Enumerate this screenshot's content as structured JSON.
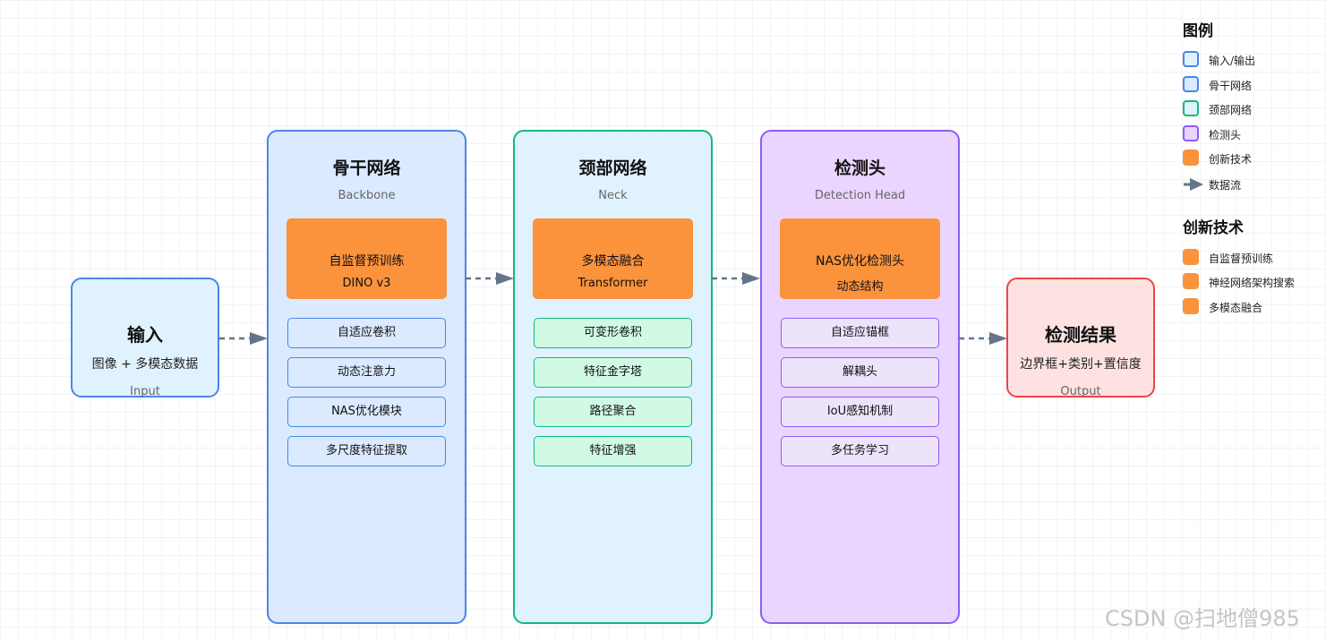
{
  "input": {
    "title": "输入",
    "subtitle": "图像 + 多模态数据",
    "en": "Input"
  },
  "output": {
    "title": "检测结果",
    "subtitle": "边界框+类别+置信度",
    "en": "Output"
  },
  "stages": [
    {
      "title": "骨干网络",
      "en": "Backbone",
      "innovation": {
        "main": "自监督预训练",
        "sub": "DINO v3"
      },
      "components": [
        "自适应卷积",
        "动态注意力",
        "NAS优化模块",
        "多尺度特征提取"
      ]
    },
    {
      "title": "颈部网络",
      "en": "Neck",
      "innovation": {
        "main": "多模态融合",
        "sub": "Transformer"
      },
      "components": [
        "可变形卷积",
        "特征金字塔",
        "路径聚合",
        "特征增强"
      ]
    },
    {
      "title": "检测头",
      "en": "Detection Head",
      "innovation": {
        "main": "NAS优化检测头",
        "sub": "动态结构"
      },
      "components": [
        "自适应锚框",
        "解耦头",
        "IoU感知机制",
        "多任务学习"
      ]
    }
  ],
  "legend": {
    "title": "图例",
    "items": [
      {
        "label": "输入/输出",
        "icon": "square-outline"
      },
      {
        "label": "骨干网络",
        "icon": "square-outline"
      },
      {
        "label": "颈部网络",
        "icon": "square-outline"
      },
      {
        "label": "检测头",
        "icon": "square-outline"
      },
      {
        "label": "创新技术",
        "icon": "square-filled"
      },
      {
        "label": "数据流",
        "icon": "arrow"
      }
    ]
  },
  "innovation_legend": {
    "title": "创新技术",
    "items": [
      "自监督预训练",
      "神经网络架构搜索",
      "多模态融合"
    ]
  },
  "colors": {
    "io_border": "#4a86e8",
    "io_fill": "#e0f2fe",
    "backbone_border": "#4a86e8",
    "backbone_fill": "#dbeafe",
    "neck_border": "#10b981",
    "neck_fill": "#e0f2fe",
    "head_border": "#8b5cf6",
    "head_fill": "#e9d5ff",
    "output_border": "#ef4444",
    "output_fill": "#fee2e2",
    "innovation": "#fb923c",
    "arrow": "#64748b"
  },
  "watermark": "CSDN @扫地僧985"
}
